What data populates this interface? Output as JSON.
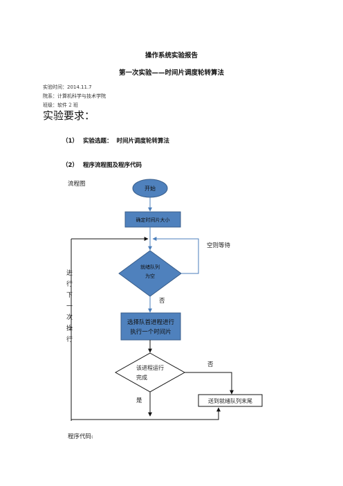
{
  "doc": {
    "title": "操作系统实验报告",
    "subtitle": "第一次实验——时间片调度轮转算法",
    "meta": {
      "time_label": "实验时间：",
      "time_value": "2014.11.7",
      "dept": "院系：计算机科学与技术学院",
      "class": "班级：软件 2 班"
    },
    "section_heading": "实验要求：",
    "items": [
      {
        "num": "（1）",
        "label": "实验选题：",
        "value": "时间片调度轮转算法"
      },
      {
        "num": "（2）",
        "label": "程序流程图及程序代码",
        "value": ""
      }
    ],
    "flow_label": "流程图",
    "code_label": "程序代码:"
  },
  "flowchart": {
    "start": "开始",
    "set_slice": "确定时间片大小",
    "check_queue": [
      "就绪队列",
      "为空"
    ],
    "empty_wait": "空则等待",
    "no": "否",
    "select": [
      "选择队首进程进行",
      "执行一个时间片"
    ],
    "done_check": [
      "该进程运行",
      "完成"
    ],
    "no2": "否",
    "yes": "是",
    "to_tail": "送到就绪队列末尾",
    "loop_label": [
      "进",
      "行",
      "下",
      "一",
      "次",
      "操",
      "行"
    ]
  },
  "colors": {
    "box_fill": "#4f81bd",
    "box_stroke": "#385d8a",
    "line": "#4a7ebb"
  }
}
